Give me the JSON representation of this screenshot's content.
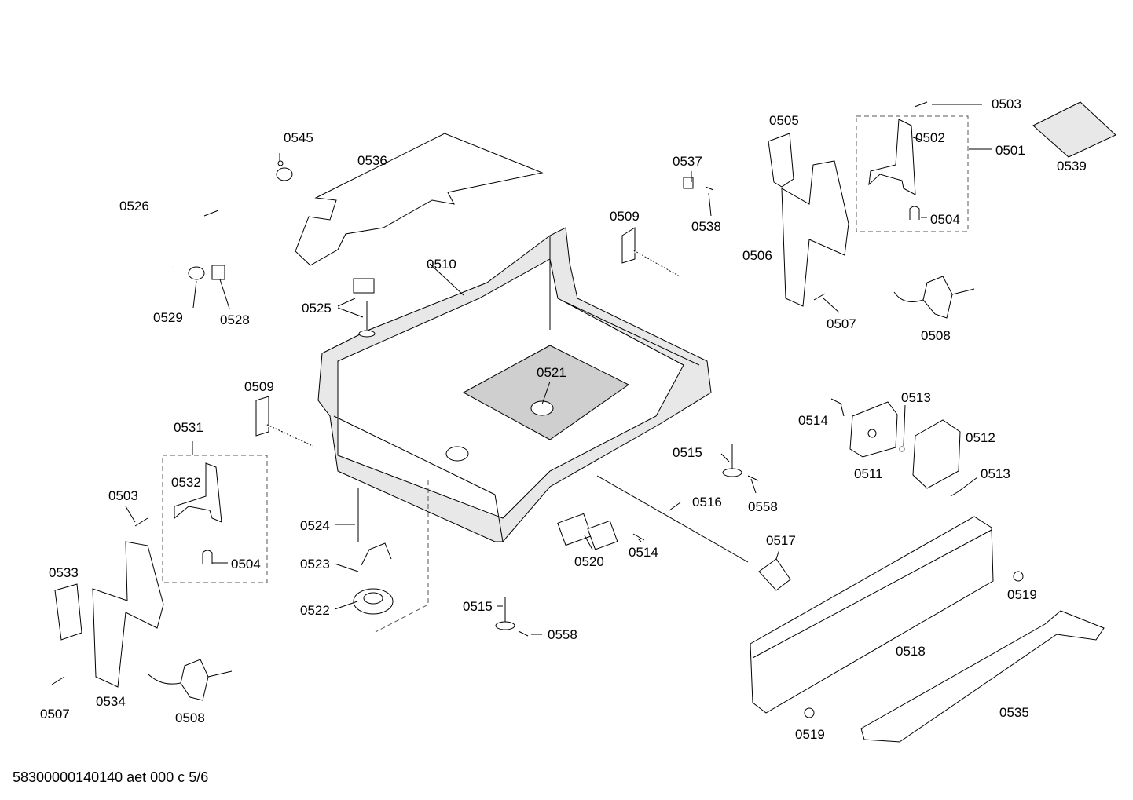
{
  "footer_text": "58300000140140 aet 000 c 5/6",
  "labels": {
    "p0501": "0501",
    "p0502": "0502",
    "p0503a": "0503",
    "p0503b": "0503",
    "p0504a": "0504",
    "p0504b": "0504",
    "p0505": "0505",
    "p0506": "0506",
    "p0507a": "0507",
    "p0507b": "0507",
    "p0508a": "0508",
    "p0508b": "0508",
    "p0509a": "0509",
    "p0509b": "0509",
    "p0510": "0510",
    "p0511": "0511",
    "p0512": "0512",
    "p0513a": "0513",
    "p0513b": "0513",
    "p0514a": "0514",
    "p0514b": "0514",
    "p0515a": "0515",
    "p0515b": "0515",
    "p0516": "0516",
    "p0517": "0517",
    "p0518": "0518",
    "p0519a": "0519",
    "p0519b": "0519",
    "p0520": "0520",
    "p0521": "0521",
    "p0522": "0522",
    "p0523": "0523",
    "p0524": "0524",
    "p0525": "0525",
    "p0526": "0526",
    "p0528": "0528",
    "p0529": "0529",
    "p0531": "0531",
    "p0532": "0532",
    "p0533": "0533",
    "p0534": "0534",
    "p0535": "0535",
    "p0536": "0536",
    "p0537": "0537",
    "p0538": "0538",
    "p0539": "0539",
    "p0545": "0545",
    "p0558a": "0558",
    "p0558b": "0558"
  }
}
